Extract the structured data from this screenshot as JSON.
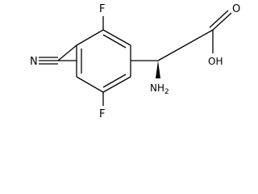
{
  "structure": {
    "atoms": {
      "fluorine_top": "F",
      "fluorine_bottom": "F",
      "nitrile_nitrogen": "N",
      "carbonyl_oxygen": "O",
      "hydroxyl": "OH",
      "amino": "NH",
      "amino_subscript": "2"
    },
    "stereo_bond": "bold wedge",
    "bond_color": "#000000",
    "background": "#ffffff"
  }
}
